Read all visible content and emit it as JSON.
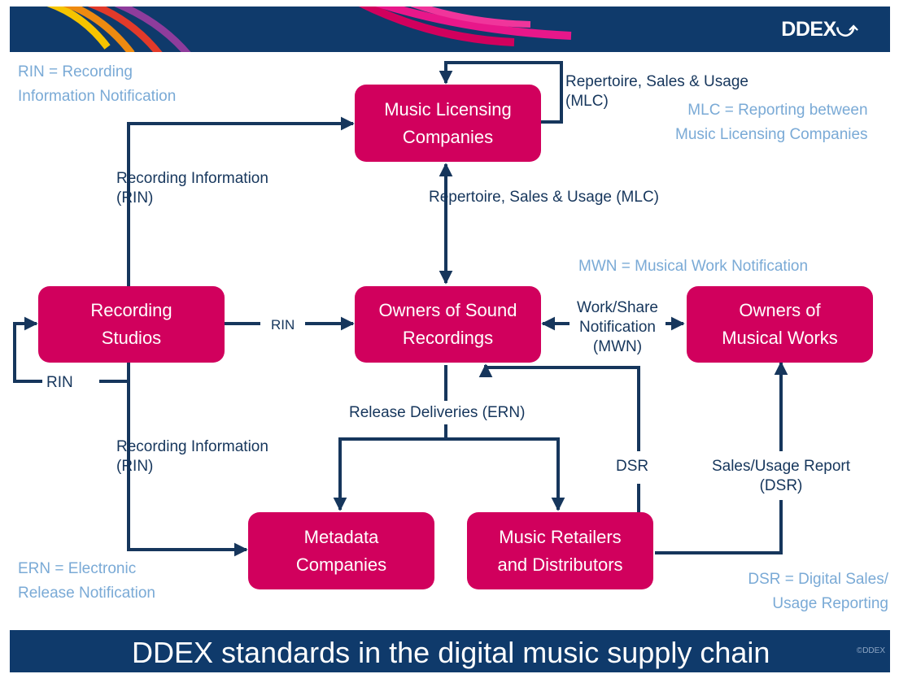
{
  "header": {
    "logo_text": "DDEX",
    "logo_mark": "⤻",
    "bar_color": "#0f3a6b"
  },
  "footer": {
    "title": "DDEX standards in the digital music supply chain",
    "copyright": "©DDEX"
  },
  "colors": {
    "box": "#d1005d",
    "arrow": "#16365c",
    "legend": "#7aaad6"
  },
  "nodes": {
    "mlc": "Music Licensing\nCompanies",
    "studios": "Recording\nStudios",
    "owners_sound": "Owners of Sound\nRecordings",
    "owners_works": "Owners of\nMusical Works",
    "metadata": "Metadata\nCompanies",
    "retailers": "Music Retailers\nand Distributors"
  },
  "edge_labels": {
    "mlc_loop": "Repertoire, Sales & Usage\n(MLC)",
    "mlc_vertical": "Repertoire, Sales & Usage (MLC)",
    "rin_top": "Recording Information\n(RIN)",
    "rin_mid": "RIN",
    "rin_loop": "RIN",
    "rin_bottom": "Recording Information\n(RIN)",
    "mwn": "Work/Share\nNotification\n(MWN)",
    "ern": "Release Deliveries (ERN)",
    "dsr": "DSR",
    "sales_usage": "Sales/Usage Report\n(DSR)"
  },
  "legends": {
    "rin": "RIN = Recording\nInformation Notification",
    "mlc": "MLC = Reporting between\nMusic Licensing Companies",
    "mwn": "MWN = Musical Work Notification",
    "ern": "ERN = Electronic\nRelease Notification",
    "dsr": "DSR = Digital Sales/\nUsage Reporting"
  }
}
